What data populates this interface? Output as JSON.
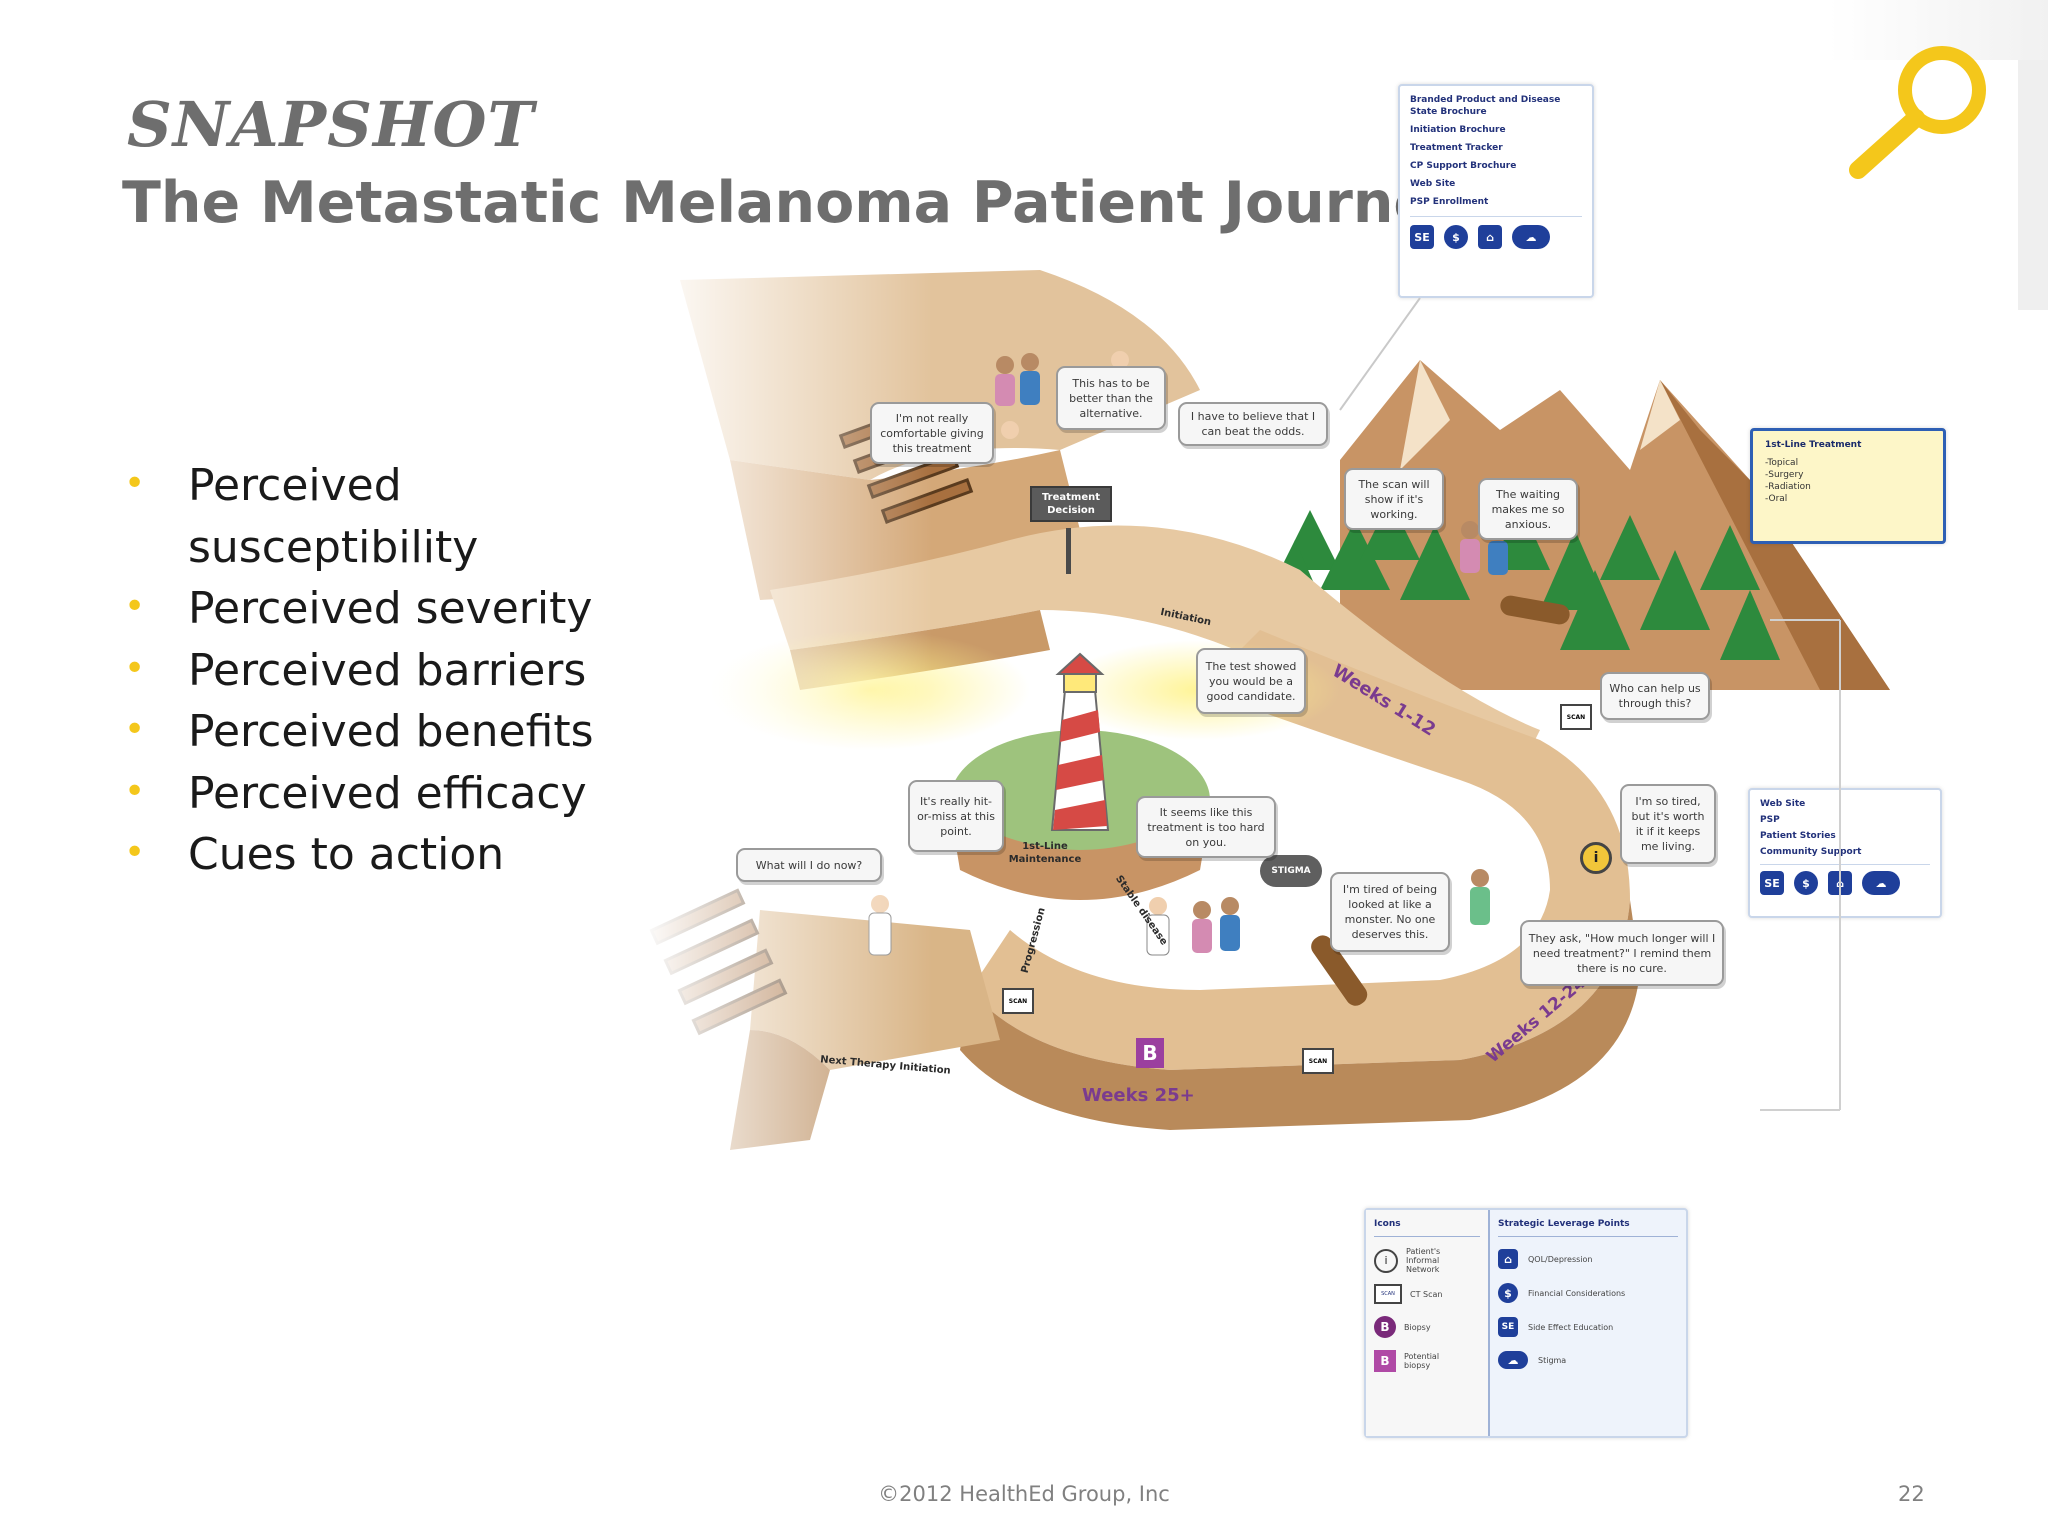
{
  "slide": {
    "kicker": "SNAPSHOT",
    "title": "The Metastatic Melanoma Patient Journey",
    "bullets": [
      "Perceived susceptibility",
      "Perceived severity",
      "Perceived barriers",
      "Perceived benefits",
      "Perceived efficacy",
      "Cues to action"
    ],
    "footer": "©2012 HealthEd Group, Inc",
    "page_number": "22",
    "accent_color": "#f4c71b",
    "icon": "magnifying-glass-icon"
  },
  "illustration": {
    "signs": {
      "treatment_decision": "Treatment Decision",
      "maintenance": "1st-Line Maintenance"
    },
    "path_labels": {
      "initiation": "Initiation",
      "next_therapy": "Next Therapy Initiation",
      "progression": "Progression",
      "stable_disease": "Stable disease",
      "weeks_1_12": "Weeks 1-12",
      "weeks_12_24": "Weeks 12-24",
      "weeks_25": "Weeks 25+",
      "stigma": "STIGMA",
      "biopsy_badge": "B"
    },
    "bubbles": {
      "not_comfortable": "I'm not really comfortable giving this treatment",
      "better_than": "This has to be better than the alternative.",
      "believe": "I have to believe that I can beat the odds.",
      "scan_show": "The scan will show if it's working.",
      "waiting": "The waiting makes me so anxious.",
      "test_showed": "The test showed you would be a good candidate.",
      "who_help": "Who can help us through this?",
      "so_tired": "I'm so tired, but it's worth it if it keeps me living.",
      "hit_or_miss": "It's really hit-or-miss at this point.",
      "what_now": "What will I do now?",
      "too_hard": "It seems like this treatment is too hard on you.",
      "monster": "I'm tired of being looked at like a monster. No one deserves this.",
      "how_much_longer": "They ask, \"How much longer will I need treatment?\" I remind them there is no cure."
    },
    "panel_top": {
      "items": [
        "Branded Product and Disease State Brochure",
        "Initiation Brochure",
        "Treatment Tracker",
        "CP Support Brochure",
        "Web Site",
        "PSP Enrollment"
      ],
      "icons": [
        "SE",
        "$",
        "home-icon",
        "stigma-icon"
      ]
    },
    "panel_right": {
      "title": "1st-Line Treatment",
      "items": [
        "-Topical",
        "-Surgery",
        "-Radiation",
        "-Oral"
      ]
    },
    "panel_right2": {
      "items": [
        "Web Site",
        "PSP",
        "Patient Stories",
        "Community Support"
      ],
      "icons": [
        "SE",
        "$",
        "home-icon",
        "stigma-icon"
      ]
    },
    "legend": {
      "icons_header": "Icons",
      "leverage_header": "Strategic Leverage Points",
      "icons": [
        {
          "symbol": "i",
          "label": "Patient's Informal Network"
        },
        {
          "symbol": "SCAN",
          "label": "CT Scan"
        },
        {
          "symbol": "B",
          "label": "Biopsy"
        },
        {
          "symbol": "B",
          "label": "Potential biopsy"
        }
      ],
      "leverage": [
        {
          "symbol": "home-icon",
          "label": "QOL/Depression"
        },
        {
          "symbol": "$",
          "label": "Financial Considerations"
        },
        {
          "symbol": "SE",
          "label": "Side Effect Education"
        },
        {
          "symbol": "stigma-icon",
          "label": "Stigma"
        }
      ]
    },
    "scan_label": "SCAN"
  }
}
